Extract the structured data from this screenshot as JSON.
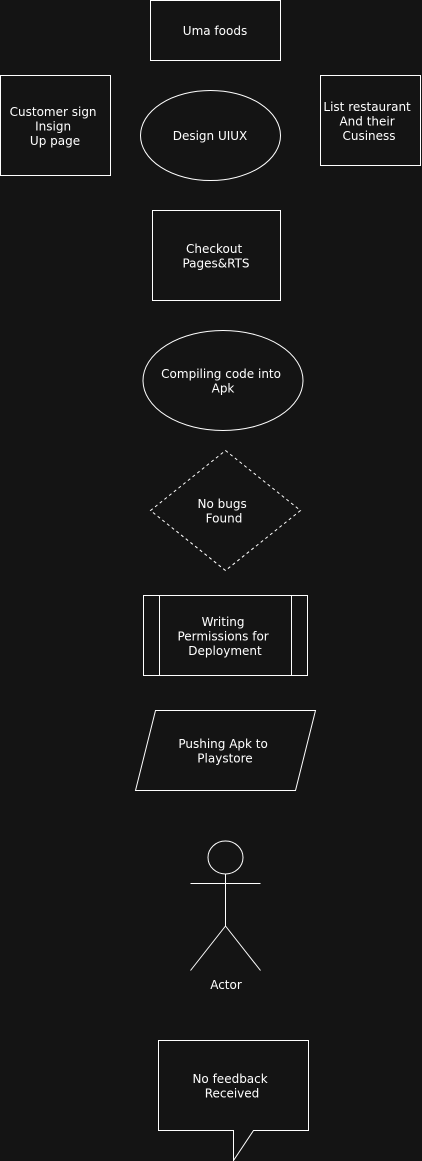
{
  "nodes": {
    "uma_foods": {
      "lines": [
        "Uma foods"
      ]
    },
    "customer_signup": {
      "lines": [
        "Customer sign",
        "Insign",
        "Up page"
      ]
    },
    "design_uiux": {
      "lines": [
        "Design UIUX"
      ]
    },
    "list_restaurant": {
      "lines": [
        "List restaurant",
        "And their",
        "Cusiness"
      ]
    },
    "checkout": {
      "lines": [
        "Checkout",
        "Pages&RTS"
      ]
    },
    "compiling": {
      "lines": [
        "Compiling code into",
        "Apk"
      ]
    },
    "no_bugs": {
      "lines": [
        "No bugs",
        "Found"
      ]
    },
    "permissions": {
      "lines": [
        "Writing",
        "Permissions for",
        "Deployment"
      ]
    },
    "pushing_apk": {
      "lines": [
        "Pushing Apk to",
        "Playstore"
      ]
    },
    "actor": {
      "lines": [
        "Actor"
      ]
    },
    "no_feedback": {
      "lines": [
        "No feedback",
        "Received"
      ]
    }
  },
  "colors": {
    "background": "#141414",
    "stroke": "#ffffff",
    "text": "#ffffff"
  }
}
